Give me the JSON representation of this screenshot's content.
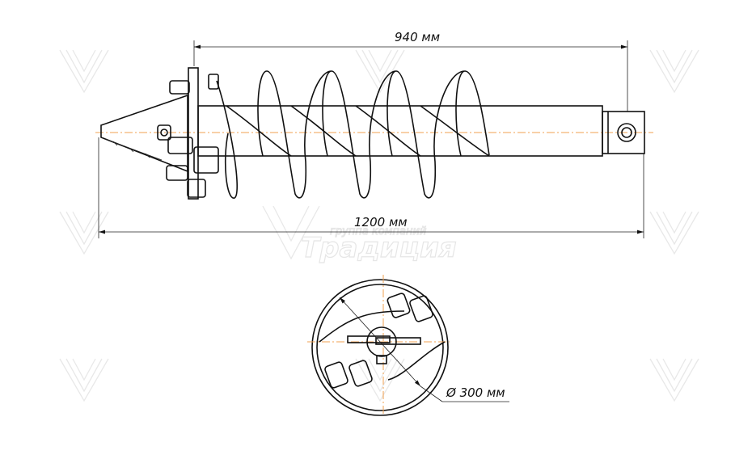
{
  "dimensions": {
    "flight_length": "940 мм",
    "total_length": "1200 мм",
    "diameter": "Ø 300 мм"
  },
  "watermark": {
    "subtitle": "группа компаний",
    "brand": "Традиция"
  },
  "colors": {
    "lines": "#111111",
    "axis": "#f0a050",
    "watermark": "#e6e6e6"
  }
}
